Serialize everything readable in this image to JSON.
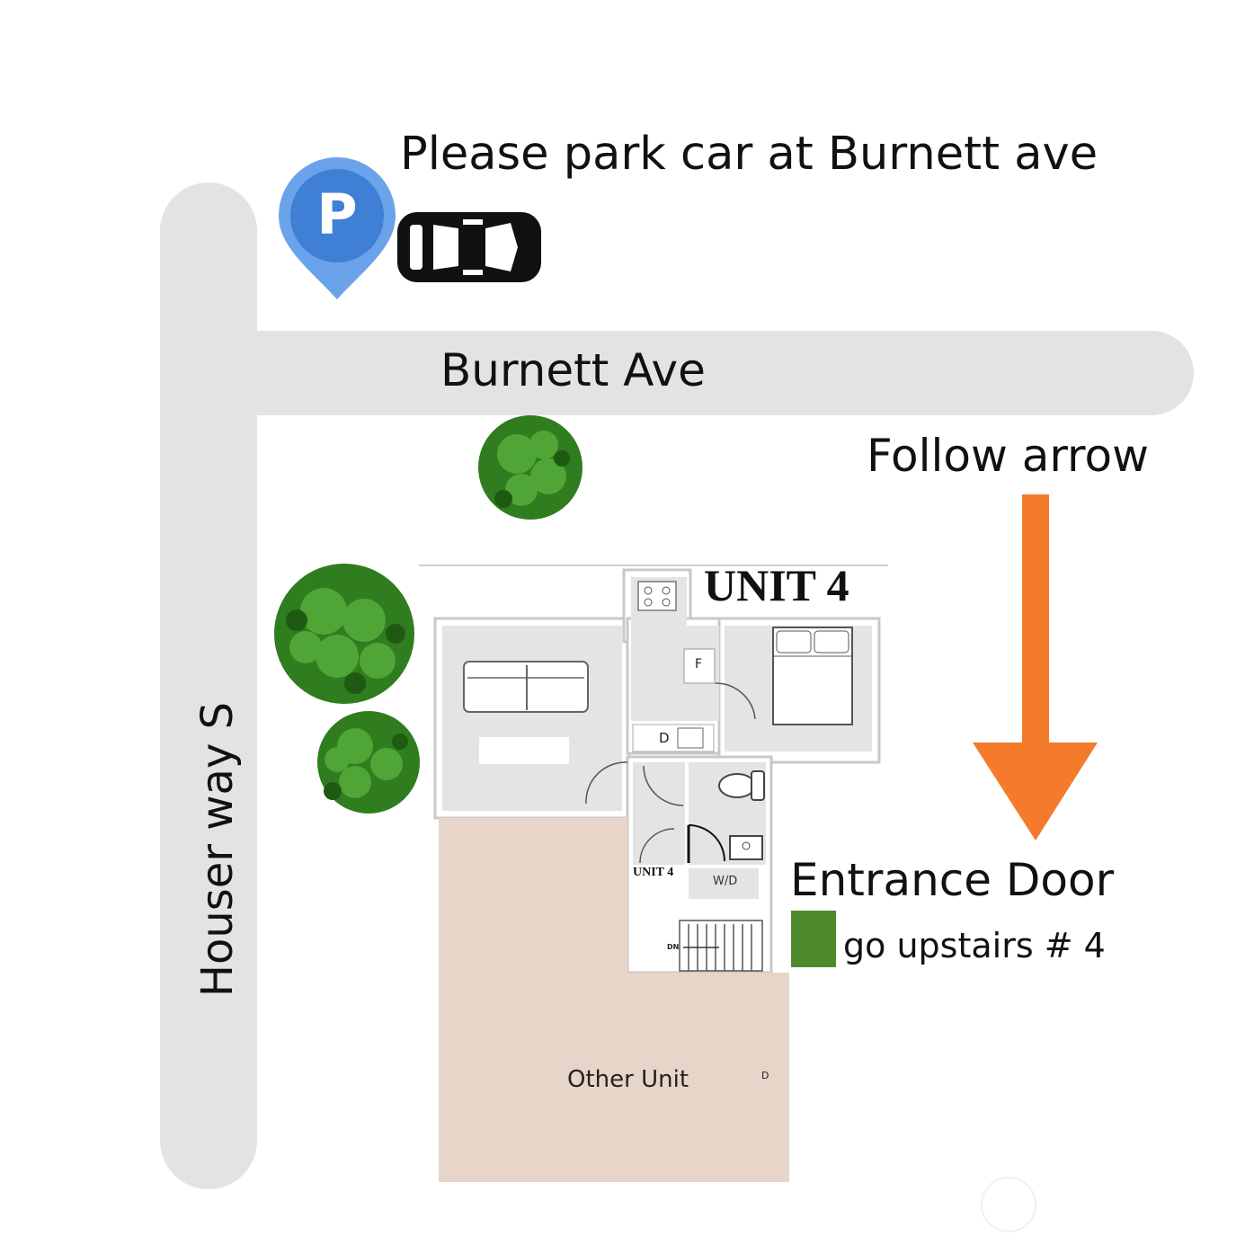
{
  "parking_note": "Please park car at Burnett ave",
  "parking_icon_letter": "P",
  "streets": {
    "horizontal": "Burnett Ave",
    "vertical": "Houser way S"
  },
  "follow_note": "Follow arrow",
  "entrance": {
    "title": "Entrance Door",
    "instruction": "go upstairs # 4"
  },
  "floorplan": {
    "unit_title": "UNIT 4",
    "unit_small_label": "UNIT 4",
    "fridge": "F",
    "dishwasher": "D",
    "washer_dryer": "W/D",
    "stairs_down": "DN",
    "other_unit": "Other Unit",
    "other_unit_door": "D"
  },
  "colors": {
    "road": "#e3e3e3",
    "arrow": "#f47b2b",
    "entrance_marker": "#4f8a2d",
    "other_unit": "#e8d5c9",
    "pin": "#4a86d9",
    "tree": "#3a8a24"
  },
  "icons": [
    "parking-pin-icon",
    "car-icon",
    "tree-icon",
    "down-arrow-icon"
  ]
}
